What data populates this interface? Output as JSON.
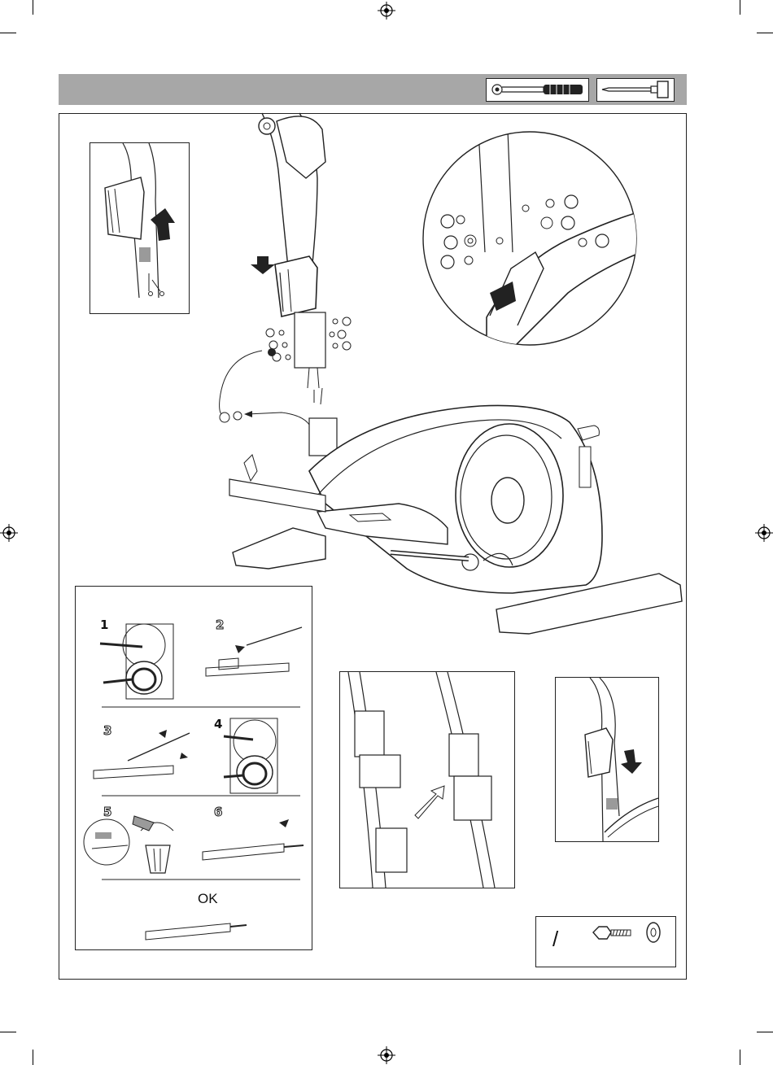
{
  "steps": {
    "s1": "1",
    "s2": "2",
    "s3": "3",
    "s4": "4",
    "s5": "5",
    "s6": "6"
  },
  "ok_label": "OK",
  "hardware_box": {
    "quantity_text": "/"
  },
  "icons": {
    "header_tools": [
      "allen-wrench-icon",
      "screwdriver-icon"
    ],
    "hardware": [
      "bolt-icon",
      "washer-icon"
    ],
    "arrows": [
      "push-down-arrow-icon",
      "push-up-arrow-icon",
      "insert-arrow-icon"
    ]
  },
  "colors": {
    "header_bar": "#a7a7a7",
    "line": "#222222",
    "highlight_patch": "#9a9a9a"
  }
}
